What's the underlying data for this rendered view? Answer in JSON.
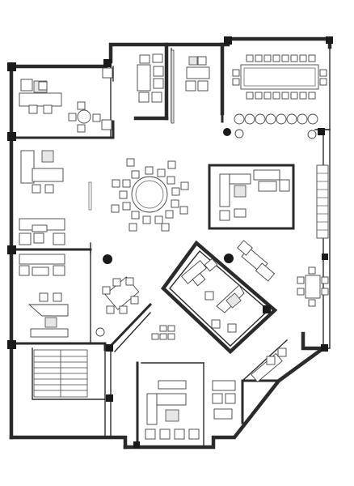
{
  "plan": {
    "background": "#ffffff",
    "wall_color": "#2b2b2b",
    "furniture_stroke": "#444444",
    "rooms": [
      "office-top-left",
      "office-top-mid",
      "boardroom",
      "round-table-area",
      "executive-office",
      "lounge-left",
      "office-mid-left",
      "angled-office",
      "dining-area",
      "stairwell",
      "bottom-office",
      "bottom-right-office"
    ]
  }
}
